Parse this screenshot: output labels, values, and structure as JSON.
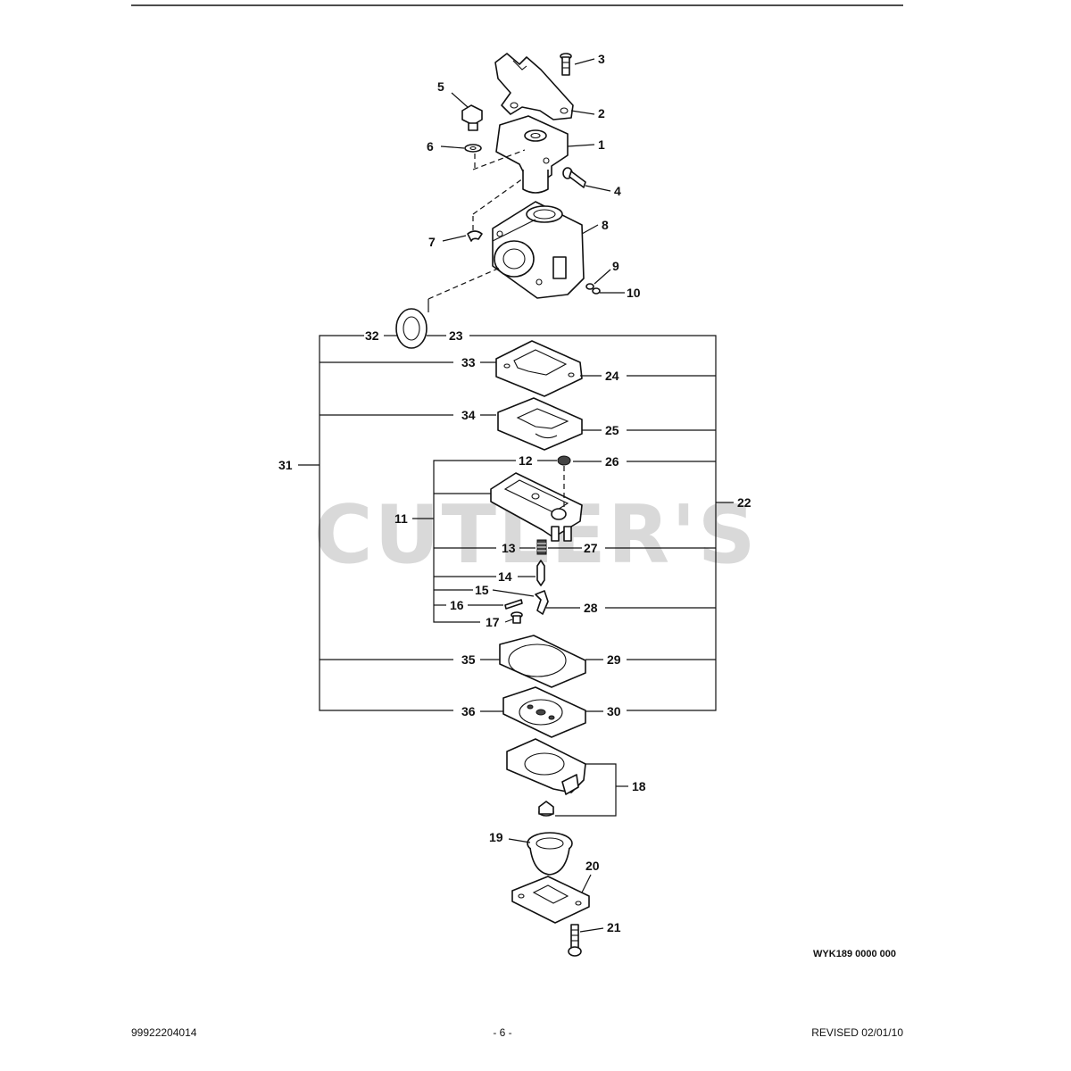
{
  "watermark": "CUTLER'S",
  "drawing_code": "WYK189 0000 000",
  "footer": {
    "part_number": "99922204014",
    "page": "- 6 -",
    "revised": "REVISED 02/01/10"
  },
  "callouts": {
    "c1": "1",
    "c2": "2",
    "c3": "3",
    "c4": "4",
    "c5": "5",
    "c6": "6",
    "c7": "7",
    "c8": "8",
    "c9": "9",
    "c10": "10",
    "c11": "11",
    "c12": "12",
    "c13": "13",
    "c14": "14",
    "c15": "15",
    "c16": "16",
    "c17": "17",
    "c18": "18",
    "c19": "19",
    "c20": "20",
    "c21": "21",
    "c22": "22",
    "c23": "23",
    "c24": "24",
    "c25": "25",
    "c26": "26",
    "c27": "27",
    "c28": "28",
    "c29": "29",
    "c30": "30",
    "c31": "31",
    "c32": "32",
    "c33": "33",
    "c34": "34",
    "c35": "35",
    "c36": "36"
  }
}
